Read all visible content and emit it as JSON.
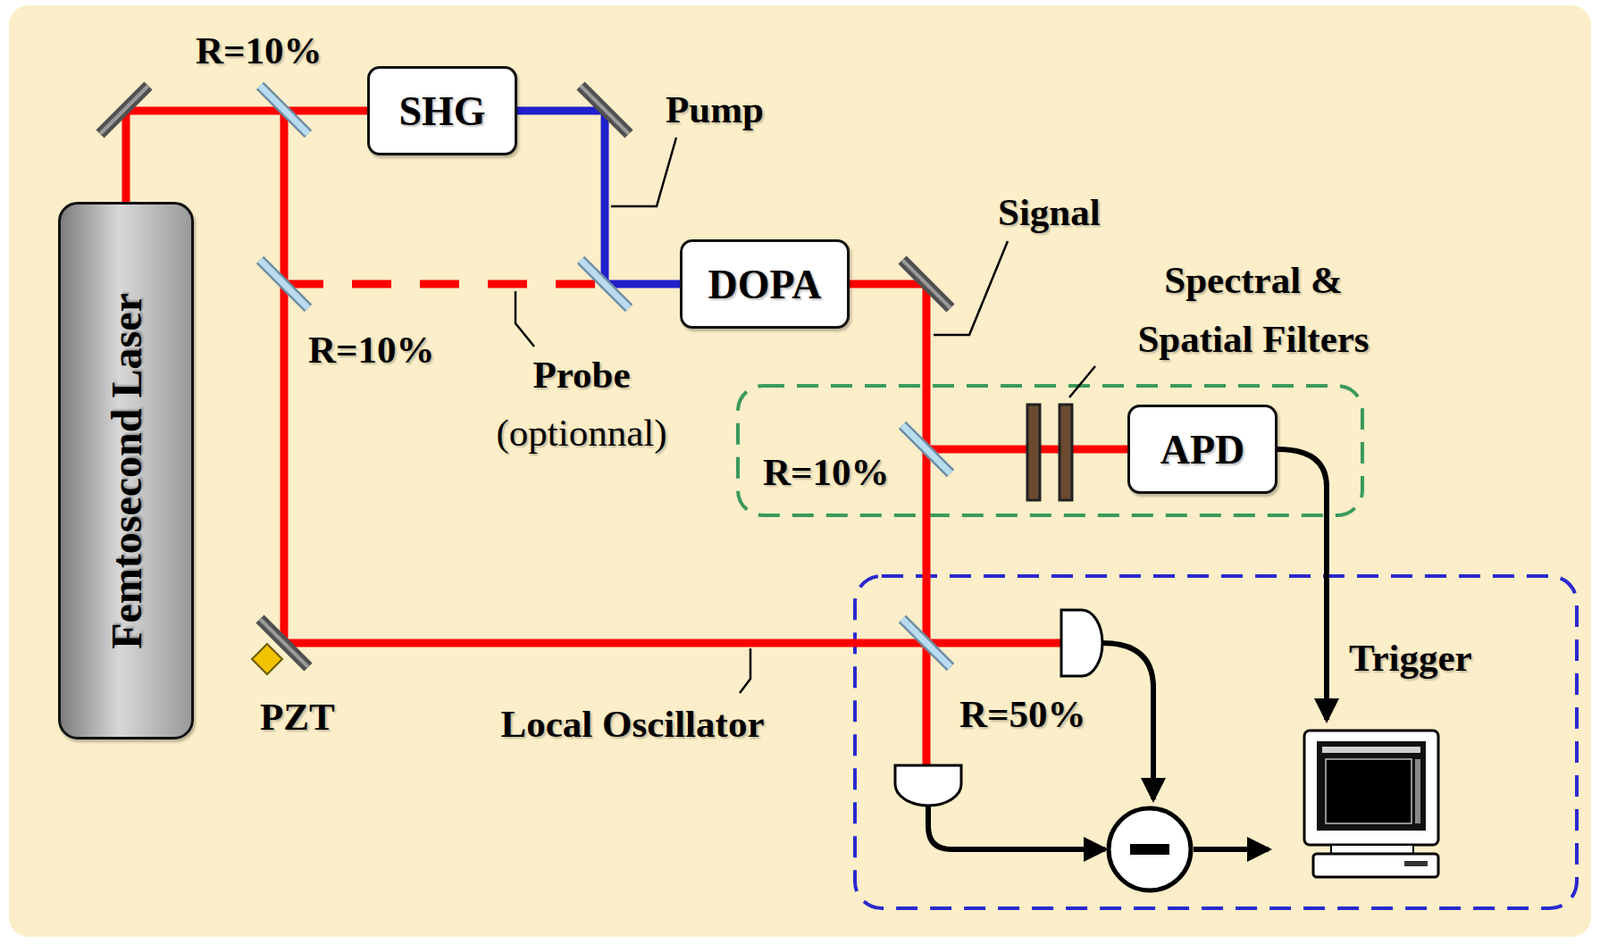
{
  "diagram": {
    "nodes": [
      {
        "text": [
          "Femtosecond Laser"
        ]
      },
      {
        "text": [
          "SHG"
        ]
      },
      {
        "text": [
          "DOPA"
        ]
      },
      {
        "text": [
          "APD"
        ]
      }
    ],
    "edges": [
      {
        "from": 0,
        "to": 1,
        "arrow": "none"
      },
      {
        "from": 1,
        "to": 2,
        "arrow": "none"
      },
      {
        "from": 2,
        "to": 3,
        "arrow": "none"
      }
    ],
    "labels": [
      "R=10%",
      "Pump",
      "Signal",
      "Spectral & Spatial Filters",
      "R=10%",
      "Probe",
      "(optionnal)",
      "R=10%",
      "Trigger",
      "PZT",
      "Local Oscillator",
      "R=50%"
    ]
  }
}
